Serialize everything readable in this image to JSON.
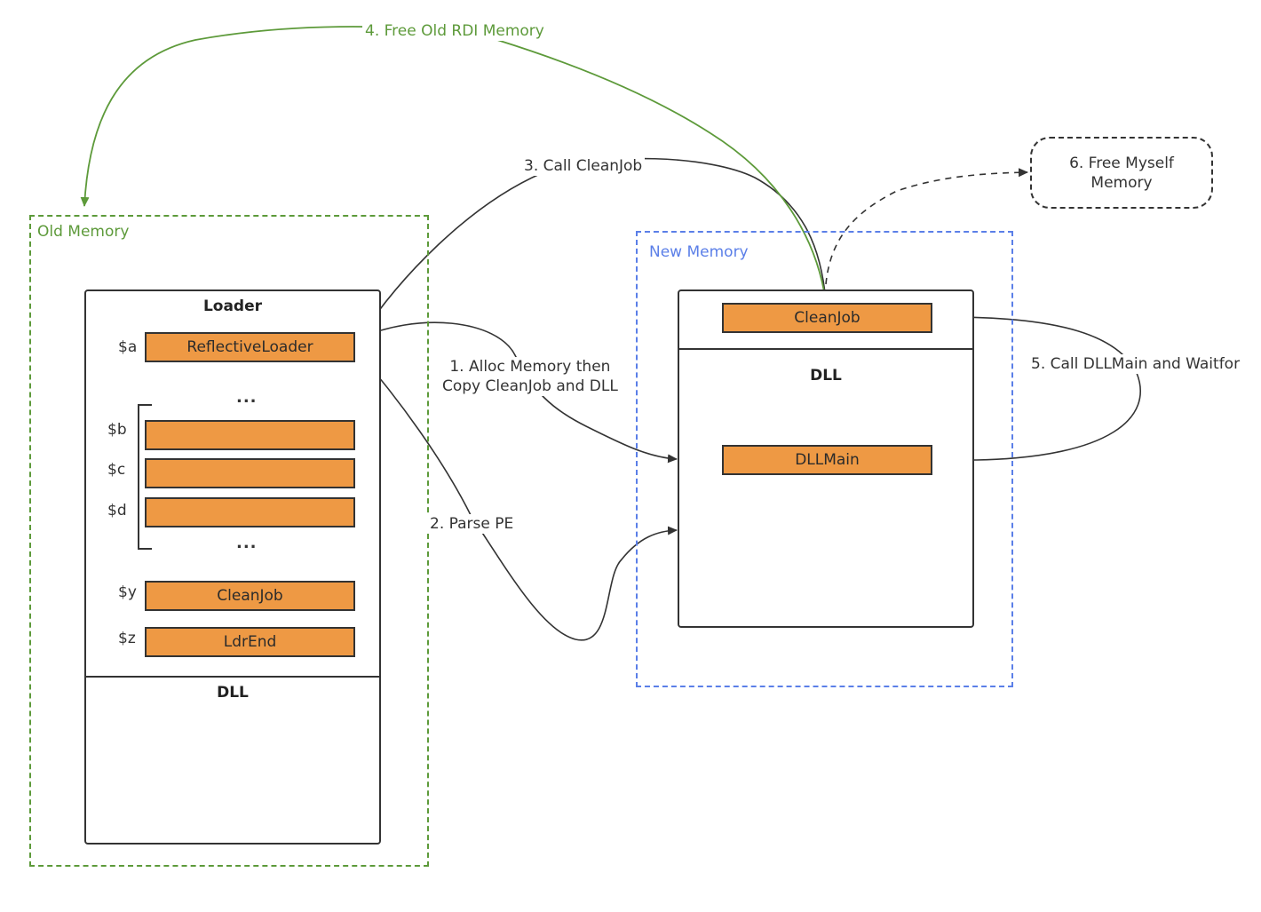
{
  "colors": {
    "block_fill": "#ee9944",
    "old_memory_border": "#5d9a3a",
    "new_memory_border": "#5b7fe8",
    "arrow": "#333333",
    "green_arrow": "#5d9a3a"
  },
  "old_memory": {
    "label": "Old Memory",
    "loader": {
      "title": "Loader",
      "rows": [
        {
          "var": "$a",
          "block": "ReflectiveLoader"
        },
        {
          "var": "$b",
          "block": ""
        },
        {
          "var": "$c",
          "block": ""
        },
        {
          "var": "$d",
          "block": ""
        },
        {
          "var": "$y",
          "block": "CleanJob"
        },
        {
          "var": "$z",
          "block": "LdrEnd"
        }
      ],
      "ellipsis_top": "...",
      "ellipsis_bottom": "..."
    },
    "dll_title": "DLL"
  },
  "new_memory": {
    "label": "New Memory",
    "cleanjob": "CleanJob",
    "dll_title": "DLL",
    "dllmain": "DLLMain"
  },
  "steps": {
    "step1_line1": "1. Alloc Memory then",
    "step1_line2": "Copy CleanJob and DLL",
    "step2": "2. Parse PE",
    "step3": "3. Call CleanJob",
    "step4": "4. Free Old RDI Memory",
    "step5": "5. Call DLLMain and Waitfor",
    "step6_line1": "6. Free Myself",
    "step6_line2": "Memory"
  }
}
